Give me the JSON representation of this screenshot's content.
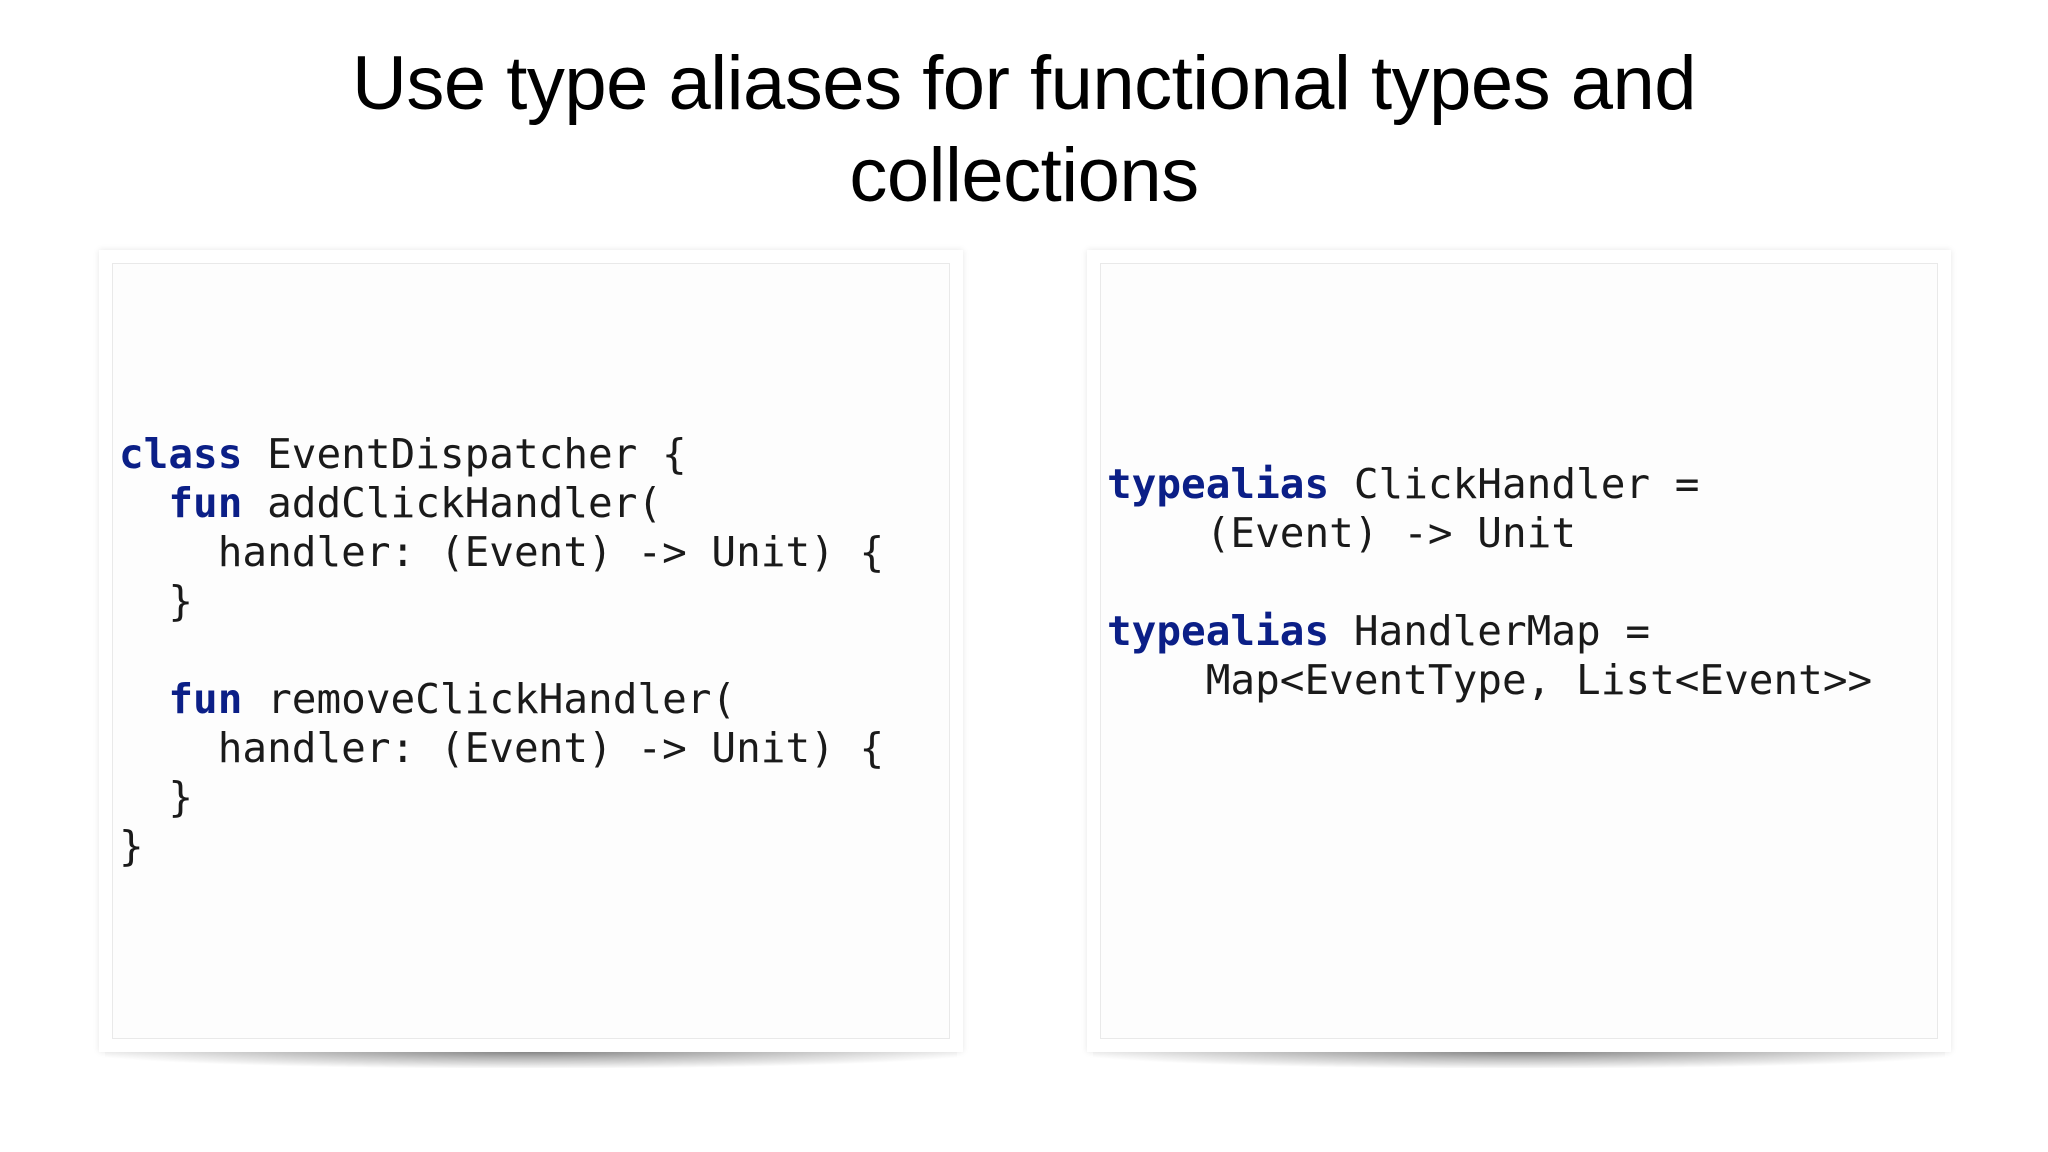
{
  "slide": {
    "title_line1": "Use type aliases for functional types and",
    "title_line2": "collections"
  },
  "left_code": {
    "lines": [
      {
        "indent": "",
        "kw": "class",
        "rest": " EventDispatcher {"
      },
      {
        "indent": "  ",
        "kw": "fun",
        "rest": " addClickHandler("
      },
      {
        "indent": "    ",
        "kw": "",
        "rest": "handler: (Event) -> Unit) {"
      },
      {
        "indent": "  ",
        "kw": "",
        "rest": "}"
      },
      {
        "indent": "",
        "kw": "",
        "rest": ""
      },
      {
        "indent": "  ",
        "kw": "fun",
        "rest": " removeClickHandler("
      },
      {
        "indent": "    ",
        "kw": "",
        "rest": "handler: (Event) -> Unit) {"
      },
      {
        "indent": "  ",
        "kw": "",
        "rest": "}"
      },
      {
        "indent": "",
        "kw": "",
        "rest": "}"
      }
    ]
  },
  "right_code": {
    "lines": [
      {
        "indent": "",
        "kw": "typealias",
        "rest": " ClickHandler ="
      },
      {
        "indent": "    ",
        "kw": "",
        "rest": "(Event) -> Unit"
      },
      {
        "indent": "",
        "kw": "",
        "rest": ""
      },
      {
        "indent": "",
        "kw": "typealias",
        "rest": " HandlerMap ="
      },
      {
        "indent": "    ",
        "kw": "",
        "rest": "Map<EventType, List<Event>>"
      }
    ]
  },
  "colors": {
    "keyword": "#0b1f87",
    "text": "#1a1a1a",
    "background": "#ffffff"
  }
}
